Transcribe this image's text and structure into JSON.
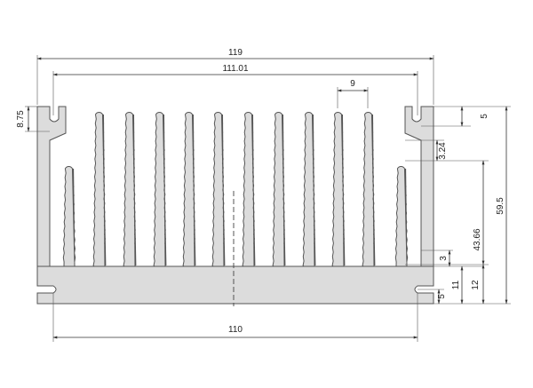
{
  "dimensions": {
    "overall_width": "119",
    "inner_slot_width": "111.01",
    "fin_pitch": "9",
    "base_width": "110",
    "slot_depth_left": "8.75",
    "slot_offset_right": "5",
    "fin_gap_top": "3.24",
    "total_height": "59.5",
    "fin_height": "43.66",
    "fin_root_clearance": "3",
    "base_thickness_11": "11",
    "base_thickness_12": "12",
    "bottom_slot": "5"
  },
  "colors": {
    "profile_fill": "#dcdcdc",
    "outline": "#555555"
  }
}
